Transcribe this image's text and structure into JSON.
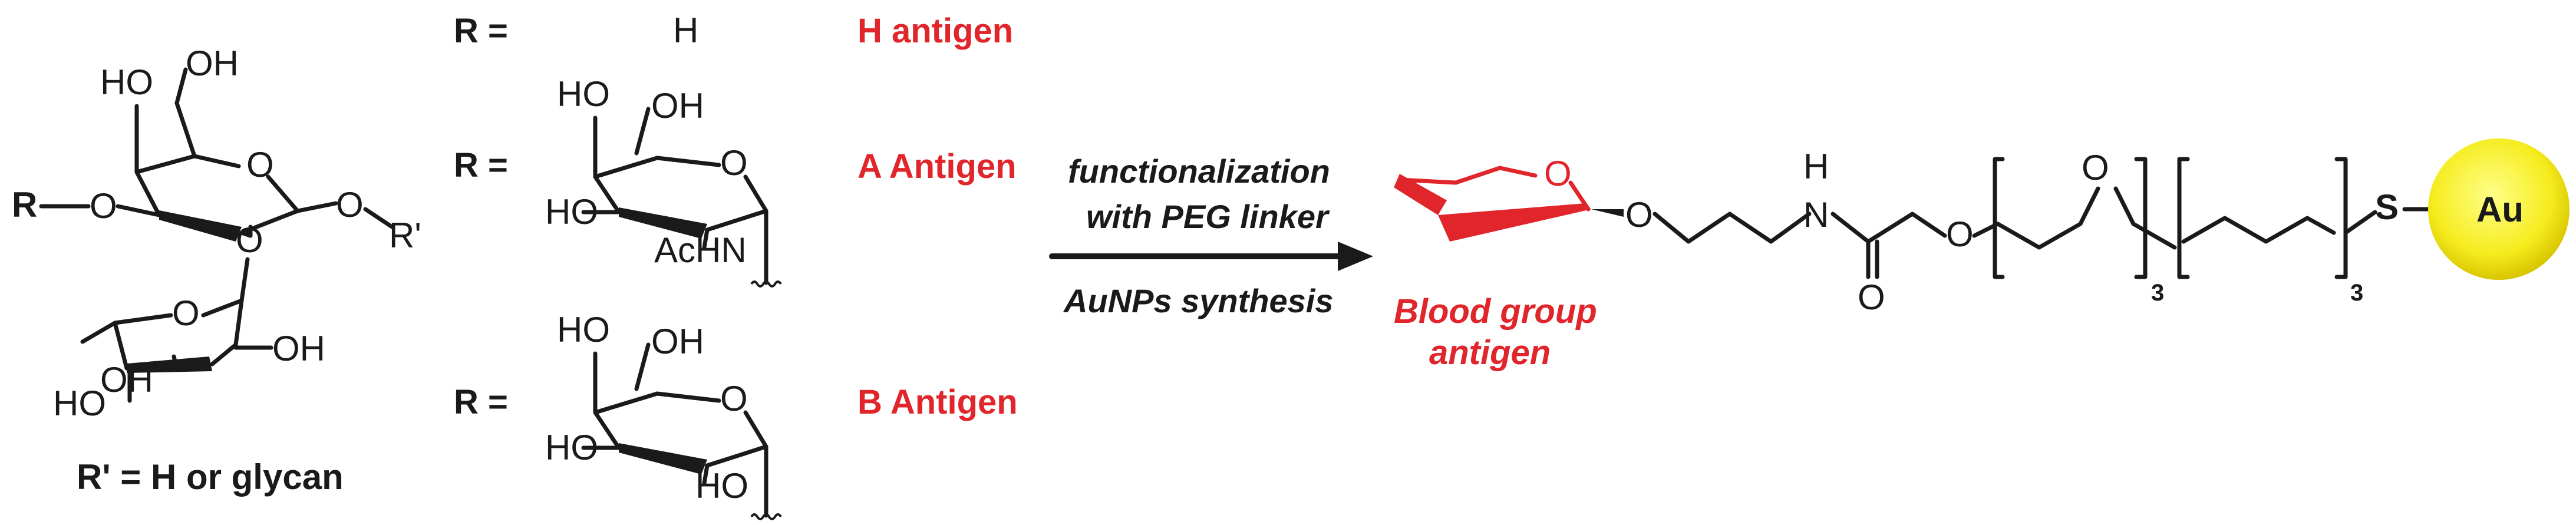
{
  "core": {
    "r_label": "R",
    "ho_top_left": "HO",
    "oh_top": "OH",
    "ring_o_top": "O",
    "ring_o_right": "O",
    "r_prime": "R'",
    "glycosidic_o_left": "O",
    "glycosidic_o_mid": "O",
    "fucose_ring_o": "O",
    "fucose_oh_right": "OH",
    "fucose_oh_mid": "OH",
    "fucose_ho_bottom": "HO",
    "r_prime_def": "R' = H or glycan"
  },
  "substituents": {
    "h": {
      "r_eq": "R =",
      "value": "H",
      "name": "H antigen"
    },
    "a": {
      "r_eq": "R =",
      "ho_top": "HO",
      "oh_top": "OH",
      "ring_o": "O",
      "ho_left": "HO",
      "nhac": "AcHN",
      "name": "A Antigen"
    },
    "b": {
      "r_eq": "R =",
      "ho_top": "HO",
      "oh_top": "OH",
      "ring_o": "O",
      "ho_left": "HO",
      "ho_bottom": "HO",
      "name": "B Antigen"
    }
  },
  "arrow": {
    "line1": "functionalization",
    "line2": "with PEG linker",
    "line3": "AuNPs synthesis"
  },
  "product": {
    "ring_o": "O",
    "o1": "O",
    "nh_h": "H",
    "nh_n": "N",
    "carbonyl_o": "O",
    "o2": "O",
    "o3": "O",
    "peg_repeat": "3",
    "alkyl_repeat": "3",
    "s": "S",
    "au": "Au",
    "bga_line1": "Blood group",
    "bga_line2": "antigen"
  },
  "colors": {
    "red": "#e0252b",
    "black": "#1a1a1a",
    "gold_center": "#ffff66",
    "gold_edge": "#e6d200"
  }
}
